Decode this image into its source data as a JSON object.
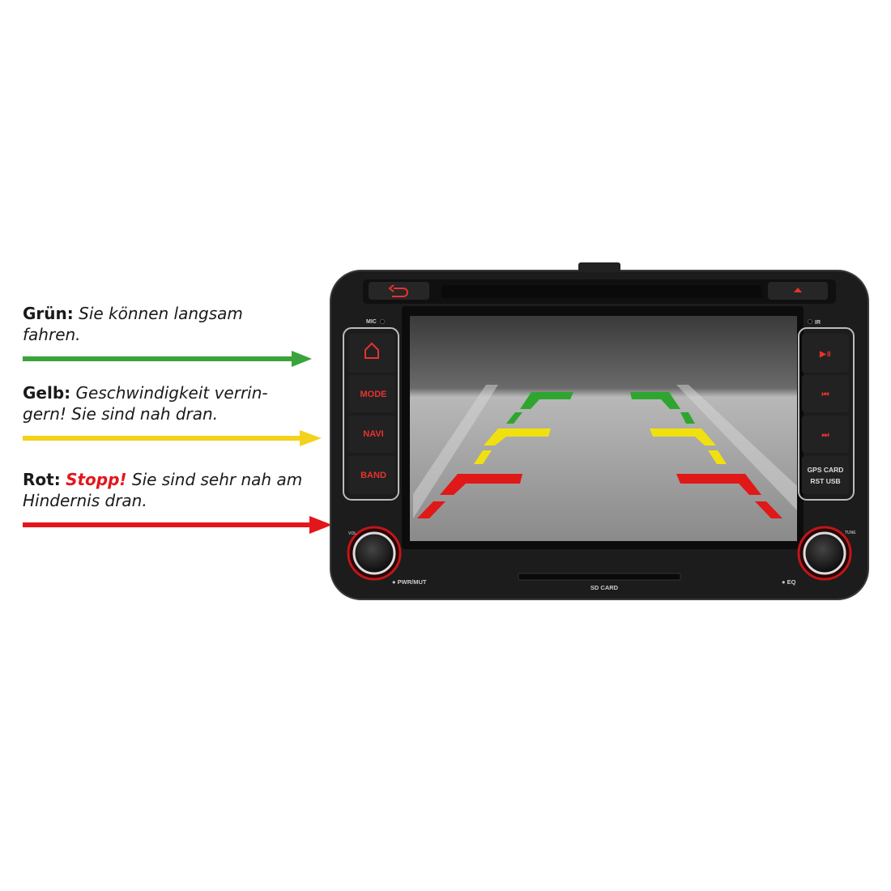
{
  "legend": [
    {
      "label": "Grün:",
      "text": "Sie können langsam fahren.",
      "color": "#3aa33a"
    },
    {
      "label": "Gelb:",
      "text": "Geschwindigkeit verrin-gern! Sie sind nah dran.",
      "color": "#f2d21b"
    },
    {
      "label": "Rot:",
      "emphasis": "Stopp!",
      "text": "Sie sind sehr nah am Hindernis dran.",
      "color": "#e3161b"
    }
  ],
  "legend_lines": {
    "green": [
      "Sie können langsam",
      "fahren."
    ],
    "yellow": [
      "Geschwindigkeit verrin-",
      "gern! Sie sind nah dran."
    ],
    "red": [
      "Sie sind sehr nah am",
      "Hindernis dran."
    ]
  },
  "device": {
    "left_buttons": [
      "MODE",
      "NAVI",
      "BAND"
    ],
    "right_buttons": {
      "gps": "GPS CARD",
      "rst": "RST USB"
    },
    "labels": {
      "mic": "MIC",
      "ir": "IR",
      "vol": "VOL",
      "tune": "TUNE",
      "pwr": "● PWR/MUT",
      "sd": "SD CARD",
      "eq": "● EQ"
    },
    "icons": [
      "back-icon",
      "eject-icon",
      "home-icon",
      "play-pause-icon",
      "previous-icon",
      "next-icon"
    ],
    "button_text_color": "#e8322e",
    "guide_colors": {
      "green": "#2fa52f",
      "yellow": "#f0e010",
      "red": "#e01818"
    }
  }
}
